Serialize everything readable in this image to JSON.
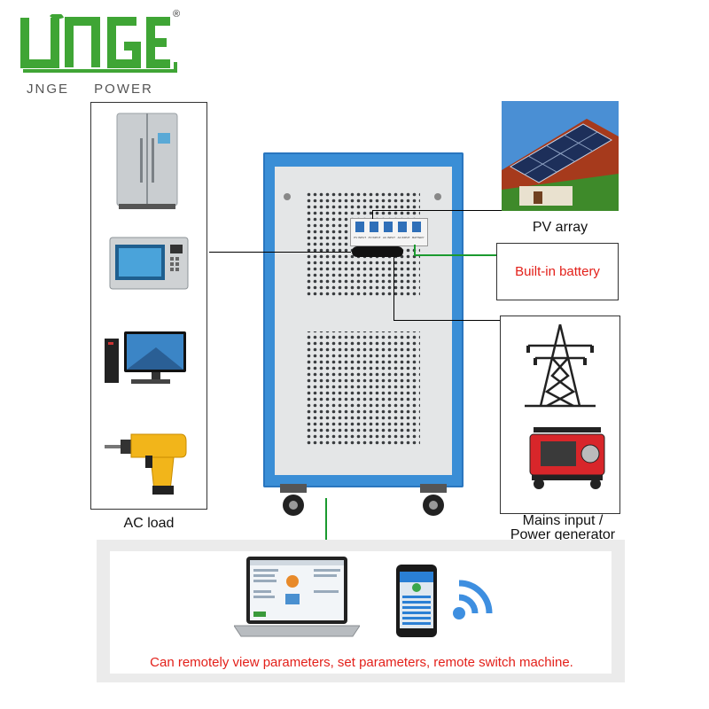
{
  "logo": {
    "name": "JNGE",
    "registered": "®",
    "subtitle": "JNGE POWER"
  },
  "cabinet": {
    "breaker_labels": [
      "PV INPUT",
      "PV INPUT",
      "AC INPUT",
      "AC INPUT",
      "BATTERY"
    ]
  },
  "labels": {
    "ac_load": "AC load",
    "pv_array": "PV array",
    "built_in_battery": "Built-in battery",
    "mains_line1": "Mains input /",
    "mains_line2": "Power generator",
    "remote": "Can remotely view parameters, set parameters, remote switch machine."
  },
  "loads": [
    "refrigerator-icon",
    "microwave-icon",
    "desktop-computer-icon",
    "electric-drill-icon"
  ],
  "colors": {
    "brand_green": "#3fa535",
    "cabinet_blue": "#3a8ed6",
    "caption_red": "#e3201a",
    "connector_green": "#1a9a2f"
  }
}
